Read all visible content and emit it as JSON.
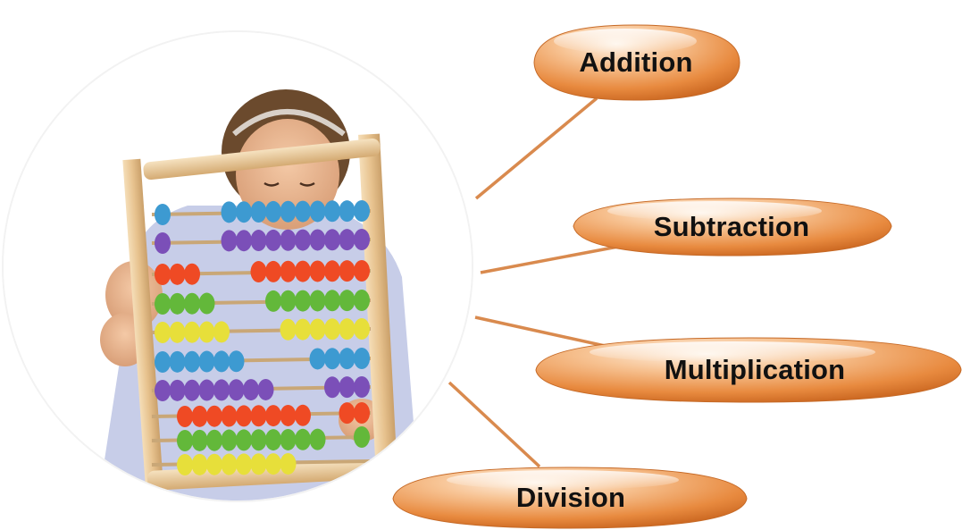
{
  "diagram": {
    "nodes": [
      {
        "id": "addition",
        "label": "Addition"
      },
      {
        "id": "subtraction",
        "label": "Subtraction"
      },
      {
        "id": "multiplication",
        "label": "Multiplication"
      },
      {
        "id": "division",
        "label": "Division"
      }
    ],
    "image_subject": "child-with-abacus-photo",
    "colors": {
      "bubble_light": "#fde6cf",
      "bubble_mid": "#f3a869",
      "bubble_dark": "#d9752a",
      "connector": "#d98a4e"
    }
  }
}
